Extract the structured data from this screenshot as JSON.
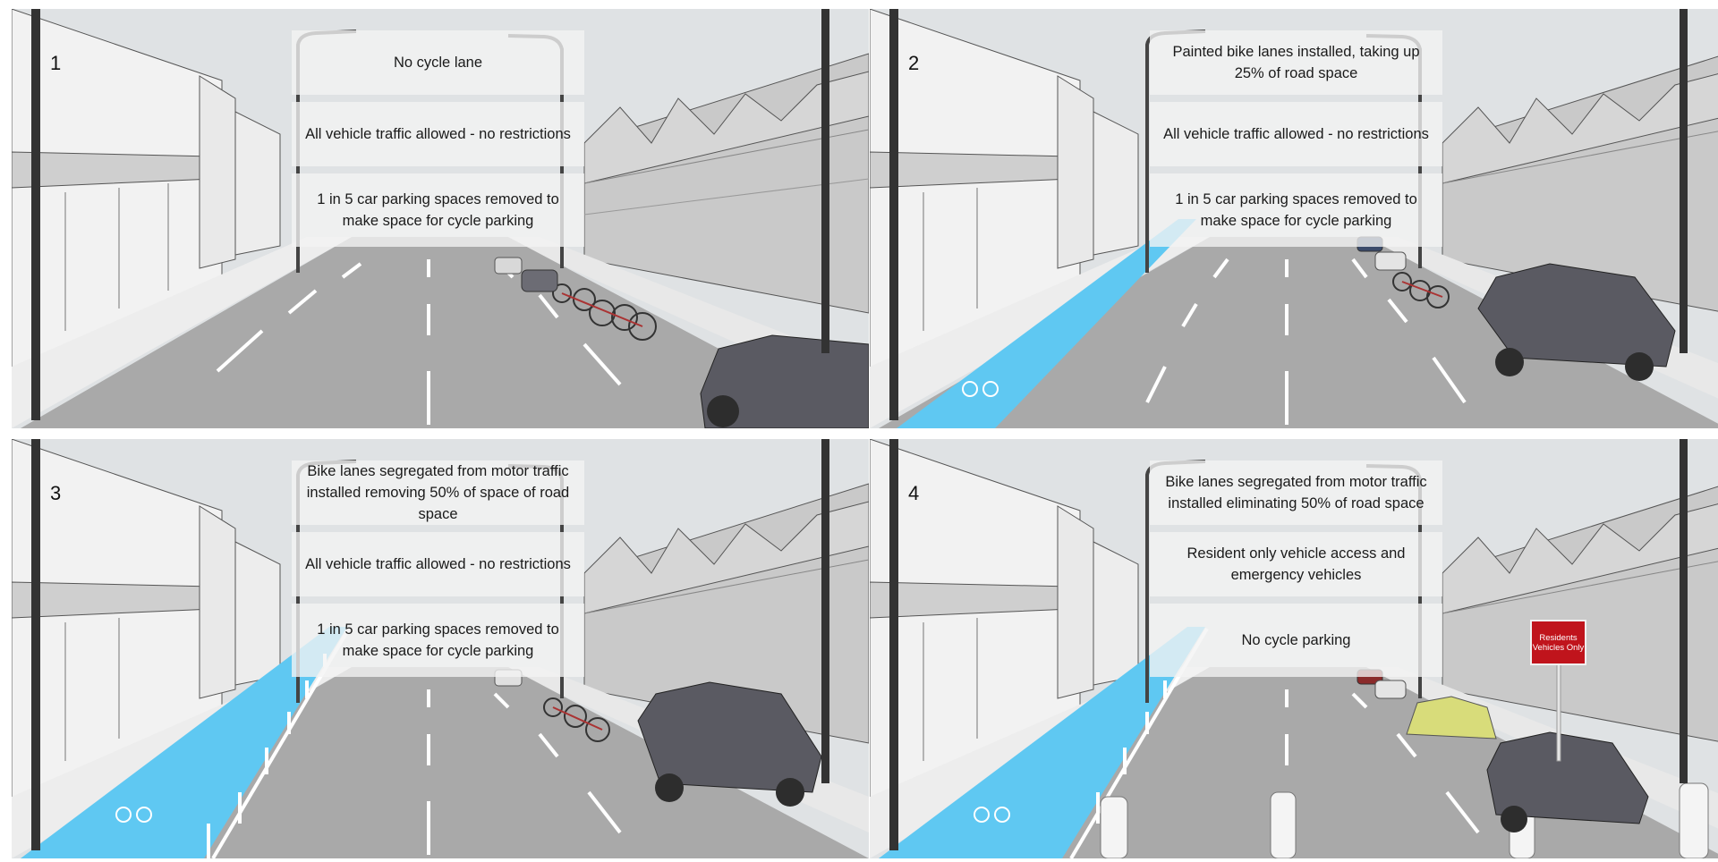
{
  "panels": [
    {
      "number": "1",
      "cycle_lane_text": "No cycle lane",
      "traffic_text": "All vehicle traffic allowed - no restrictions",
      "parking_text": "1 in 5 car parking spaces removed to make space for cycle parking"
    },
    {
      "number": "2",
      "cycle_lane_text": "Painted bike lanes installed, taking up 25% of road space",
      "traffic_text": "All vehicle traffic allowed - no restrictions",
      "parking_text": "1 in 5 car parking spaces removed to make space for cycle parking"
    },
    {
      "number": "3",
      "cycle_lane_text": "Bike lanes segregated from motor traffic installed removing 50% of space of road space",
      "traffic_text": "All vehicle traffic allowed - no restrictions",
      "parking_text": "1 in 5 car parking spaces removed to make space for cycle parking"
    },
    {
      "number": "4",
      "cycle_lane_text": "Bike lanes segregated from motor traffic installed eliminating 50% of road space",
      "traffic_text": "Resident only vehicle access and emergency vehicles",
      "parking_text": "No cycle parking",
      "sign_text": "Residents Vehicles Only"
    }
  ],
  "colors": {
    "sky": "#dfe2e4",
    "road": "#a9a9a9",
    "bike_lane": "#5fc8f2",
    "building": "#f1f1f1",
    "car": "#5a5a62",
    "sign": "#c0141c"
  }
}
